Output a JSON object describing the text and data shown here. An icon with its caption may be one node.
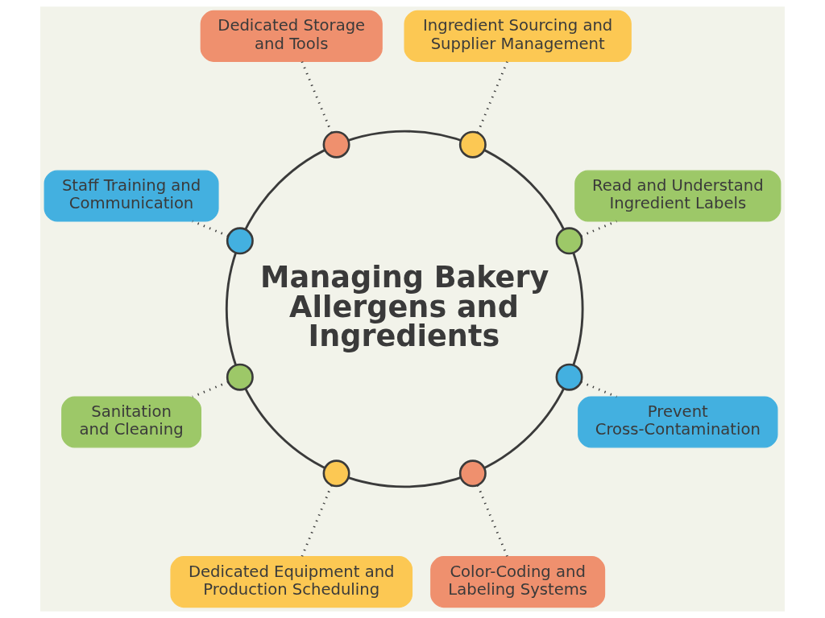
{
  "diagram": {
    "nodes": [
      {
        "text": [
          "Managing Bakery Allergens and Ingredients"
        ]
      },
      {
        "text": [
          "Ingredient Sourcing and Supplier Management"
        ]
      },
      {
        "text": [
          "Read and Understand Ingredient Labels"
        ]
      },
      {
        "text": [
          "Prevent Cross-Contamination"
        ]
      },
      {
        "text": [
          "Color-Coding and Labeling Systems"
        ]
      },
      {
        "text": [
          "Dedicated Equipment and Production Scheduling"
        ]
      },
      {
        "text": [
          "Sanitation and Cleaning"
        ]
      },
      {
        "text": [
          "Staff Training and Communication"
        ]
      },
      {
        "text": [
          "Dedicated Storage and Tools"
        ]
      },
      {
        "text": [],
        "shape": "circle"
      },
      {
        "text": [],
        "shape": "circle"
      },
      {
        "text": [],
        "shape": "circle"
      },
      {
        "text": [],
        "shape": "circle"
      },
      {
        "text": [],
        "shape": "circle"
      },
      {
        "text": [],
        "shape": "circle"
      },
      {
        "text": [],
        "shape": "circle"
      },
      {
        "text": [],
        "shape": "circle"
      }
    ],
    "edges": [
      {
        "from": 9,
        "to": 1,
        "arrow": "none",
        "style": "dashed"
      },
      {
        "from": 10,
        "to": 2,
        "arrow": "none",
        "style": "dashed"
      },
      {
        "from": 11,
        "to": 3,
        "arrow": "none",
        "style": "dashed"
      },
      {
        "from": 12,
        "to": 4,
        "arrow": "none",
        "style": "dashed"
      },
      {
        "from": 13,
        "to": 5,
        "arrow": "none",
        "style": "dashed"
      },
      {
        "from": 14,
        "to": 6,
        "arrow": "none",
        "style": "dashed"
      },
      {
        "from": 15,
        "to": 7,
        "arrow": "none",
        "style": "dashed"
      },
      {
        "from": 16,
        "to": 8,
        "arrow": "none",
        "style": "dashed"
      }
    ]
  }
}
